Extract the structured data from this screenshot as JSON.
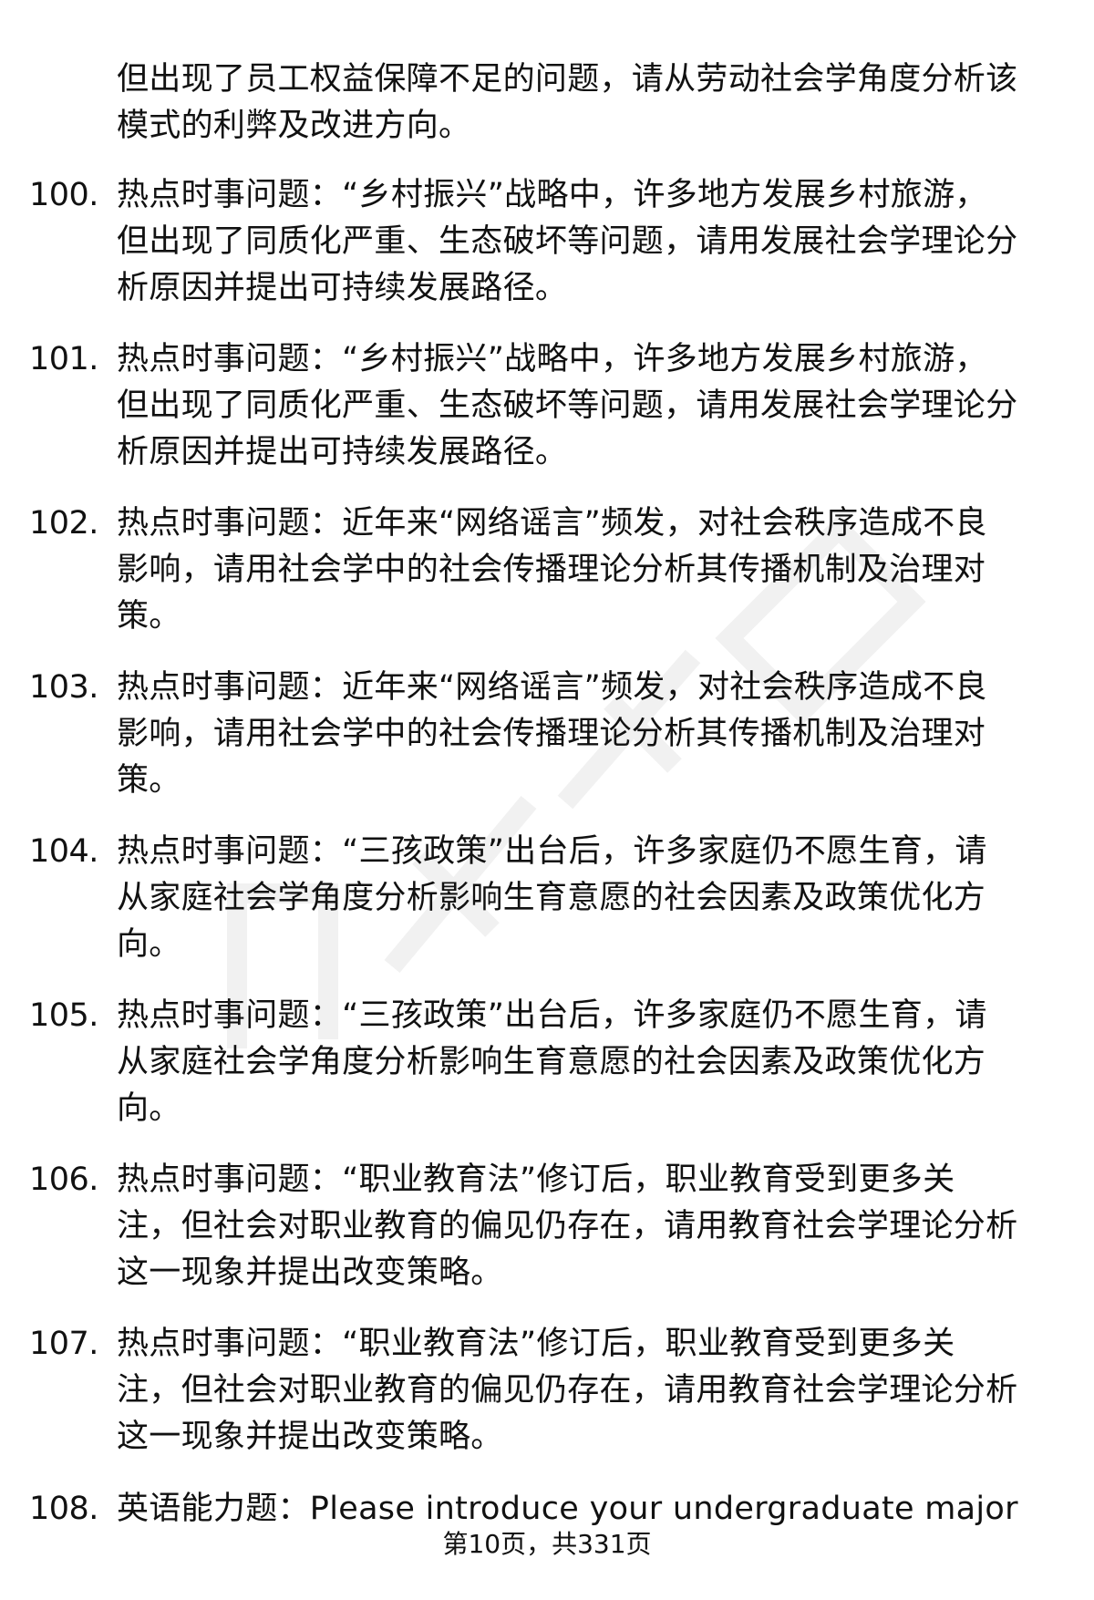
{
  "items": [
    {
      "number": "",
      "lines": [
        "但出现了员工权益保障不足的问题，请从劳动社会学角度分析该",
        "模式的利弊及改进方向。"
      ]
    },
    {
      "number": "100.",
      "lines": [
        "热点时事问题：“乡村振兴”战略中，许多地方发展乡村旅游，",
        "但出现了同质化严重、生态破坏等问题，请用发展社会学理论分",
        "析原因并提出可持续发展路径。"
      ]
    },
    {
      "number": "101.",
      "lines": [
        "热点时事问题：“乡村振兴”战略中，许多地方发展乡村旅游，",
        "但出现了同质化严重、生态破坏等问题，请用发展社会学理论分",
        "析原因并提出可持续发展路径。"
      ]
    },
    {
      "number": "102.",
      "lines": [
        "热点时事问题：近年来“网络谣言”频发，对社会秩序造成不良",
        "影响，请用社会学中的社会传播理论分析其传播机制及治理对",
        "策。"
      ]
    },
    {
      "number": "103.",
      "lines": [
        "热点时事问题：近年来“网络谣言”频发，对社会秩序造成不良",
        "影响，请用社会学中的社会传播理论分析其传播机制及治理对",
        "策。"
      ]
    },
    {
      "number": "104.",
      "lines": [
        "热点时事问题：“三孩政策”出台后，许多家庭仍不愿生育，请",
        "从家庭社会学角度分析影响生育意愿的社会因素及政策优化方",
        "向。"
      ]
    },
    {
      "number": "105.",
      "lines": [
        "热点时事问题：“三孩政策”出台后，许多家庭仍不愿生育，请",
        "从家庭社会学角度分析影响生育意愿的社会因素及政策优化方",
        "向。"
      ]
    },
    {
      "number": "106.",
      "lines": [
        "热点时事问题：“职业教育法”修订后，职业教育受到更多关",
        "注，但社会对职业教育的偏见仍存在，请用教育社会学理论分析",
        "这一现象并提出改变策略。"
      ]
    },
    {
      "number": "107.",
      "lines": [
        "热点时事问题：“职业教育法”修订后，职业教育受到更多关",
        "注，但社会对职业教育的偏见仍存在，请用教育社会学理论分析",
        "这一现象并提出改变策略。"
      ]
    },
    {
      "number": "108.",
      "lines": [
        "英语能力题：Please introduce your undergraduate major"
      ]
    }
  ],
  "footer": "第10页，共331页"
}
